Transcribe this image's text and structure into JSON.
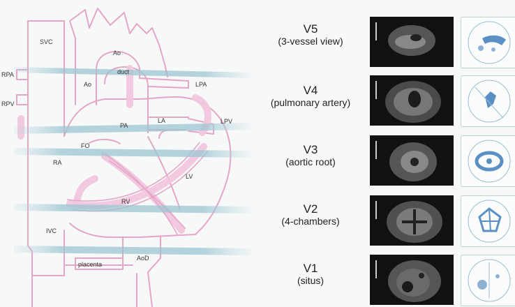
{
  "heart_labels": {
    "svc": "SVC",
    "ao_top": "Ao",
    "ao_left": "Ao",
    "duct": "duct",
    "rpa": "RPA",
    "rpv": "RPV",
    "lpa": "LPA",
    "pa": "PA",
    "la": "LA",
    "lpv": "LPV",
    "fo": "FO",
    "ra": "RA",
    "lv": "LV",
    "rv": "RV",
    "ivc": "IVC",
    "placenta": "placenta",
    "aod": "AoD"
  },
  "views": [
    {
      "id": "V5",
      "title": "V5",
      "subtitle": "(3-vessel view)"
    },
    {
      "id": "V4",
      "title": "V4",
      "subtitle": "(pulmonary artery)"
    },
    {
      "id": "V3",
      "title": "V3",
      "subtitle": "(aortic root)"
    },
    {
      "id": "V2",
      "title": "V2",
      "subtitle": "(4-chambers)"
    },
    {
      "id": "V1",
      "title": "V1",
      "subtitle": "(situs)"
    }
  ],
  "colors": {
    "outline": "#e4a6c6",
    "outline_fill": "#f3c7de",
    "plane": "#9cc6d2",
    "sketch_border": "#b9d6cc",
    "sketch_ink": "#5c8fc4"
  }
}
